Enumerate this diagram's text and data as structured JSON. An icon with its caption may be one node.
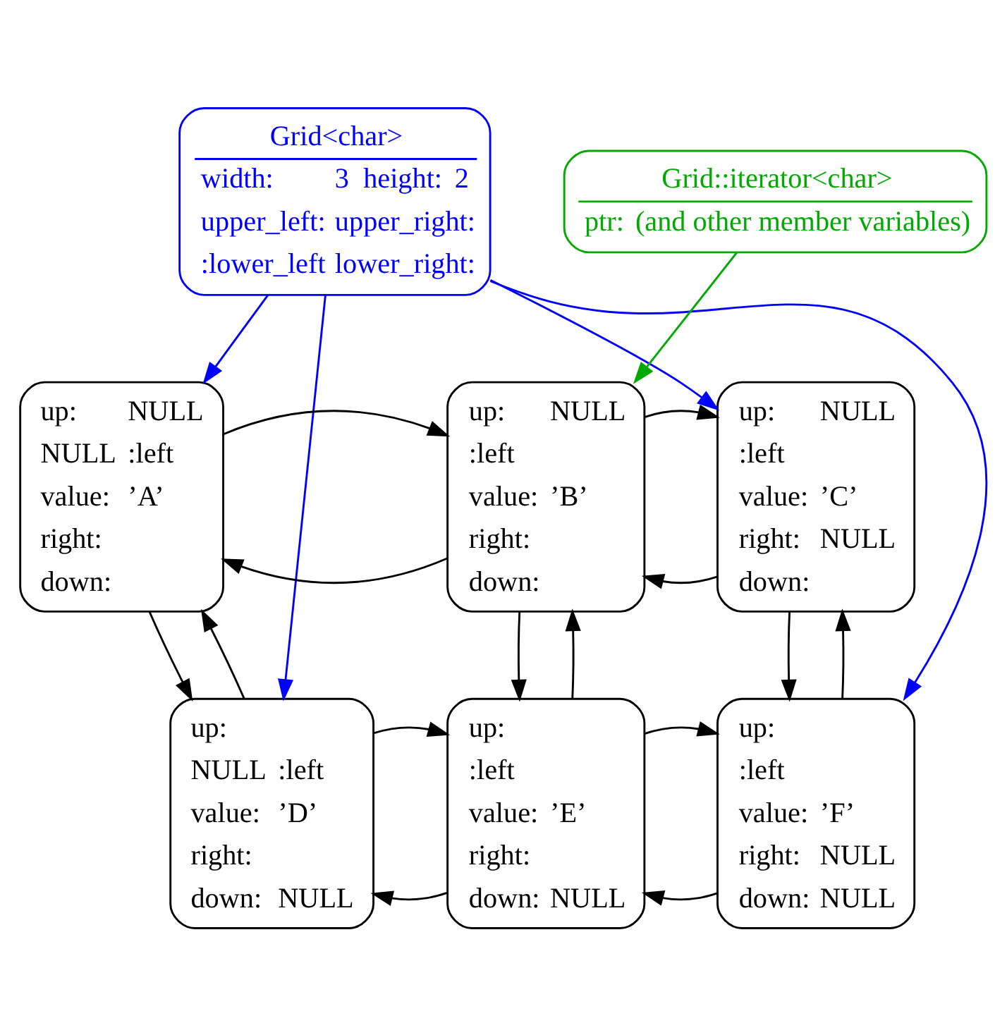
{
  "diagram": {
    "nodes": [
      {
        "text": [
          "Grid<char>",
          "width:",
          "3",
          "height:",
          "2",
          "upper_left:",
          "upper_right:",
          ":lower_left",
          "lower_right:"
        ]
      },
      {
        "text": [
          "Grid::iterator<char>",
          "ptr:",
          "(and other member variables)"
        ]
      },
      {
        "text": [
          "up:",
          "NULL",
          "NULL",
          ":left",
          "value:",
          "’A’",
          "right:",
          "down:"
        ]
      },
      {
        "text": [
          "up:",
          "NULL",
          ":left",
          "value:",
          "’B’",
          "right:",
          "down:"
        ]
      },
      {
        "text": [
          "up:",
          "NULL",
          ":left",
          "value:",
          "’C’",
          "right:",
          "NULL",
          "down:"
        ]
      },
      {
        "text": [
          "up:",
          "NULL",
          ":left",
          "value:",
          "’D’",
          "right:",
          "down:",
          "NULL"
        ]
      },
      {
        "text": [
          "up:",
          ":left",
          "value:",
          "’E’",
          "right:",
          "down:",
          "NULL"
        ]
      },
      {
        "text": [
          "up:",
          ":left",
          "value:",
          "’F’",
          "right:",
          "NULL",
          "down:",
          "NULL"
        ]
      }
    ],
    "edges": [
      {
        "from": 0,
        "to": 2,
        "arrow": "to",
        "color": "#0000ff"
      },
      {
        "from": 0,
        "to": 4,
        "arrow": "to",
        "color": "#0000ff"
      },
      {
        "from": 0,
        "to": 5,
        "arrow": "to",
        "color": "#0000ff"
      },
      {
        "from": 0,
        "to": 7,
        "arrow": "to",
        "color": "#0000ff"
      },
      {
        "from": 1,
        "to": 3,
        "arrow": "to",
        "color": "#00aa00"
      },
      {
        "from": 3,
        "to": 2,
        "arrow": "to"
      },
      {
        "from": 4,
        "to": 3,
        "arrow": "to"
      },
      {
        "from": 2,
        "to": 3,
        "arrow": "to"
      },
      {
        "from": 3,
        "to": 4,
        "arrow": "to"
      },
      {
        "from": 2,
        "to": 5,
        "arrow": "to"
      },
      {
        "from": 5,
        "to": 2,
        "arrow": "to"
      },
      {
        "from": 3,
        "to": 6,
        "arrow": "to"
      },
      {
        "from": 6,
        "to": 3,
        "arrow": "to"
      },
      {
        "from": 4,
        "to": 7,
        "arrow": "to"
      },
      {
        "from": 7,
        "to": 4,
        "arrow": "to"
      },
      {
        "from": 6,
        "to": 5,
        "arrow": "to"
      },
      {
        "from": 7,
        "to": 6,
        "arrow": "to"
      },
      {
        "from": 5,
        "to": 6,
        "arrow": "to"
      },
      {
        "from": 6,
        "to": 7,
        "arrow": "to"
      }
    ]
  }
}
